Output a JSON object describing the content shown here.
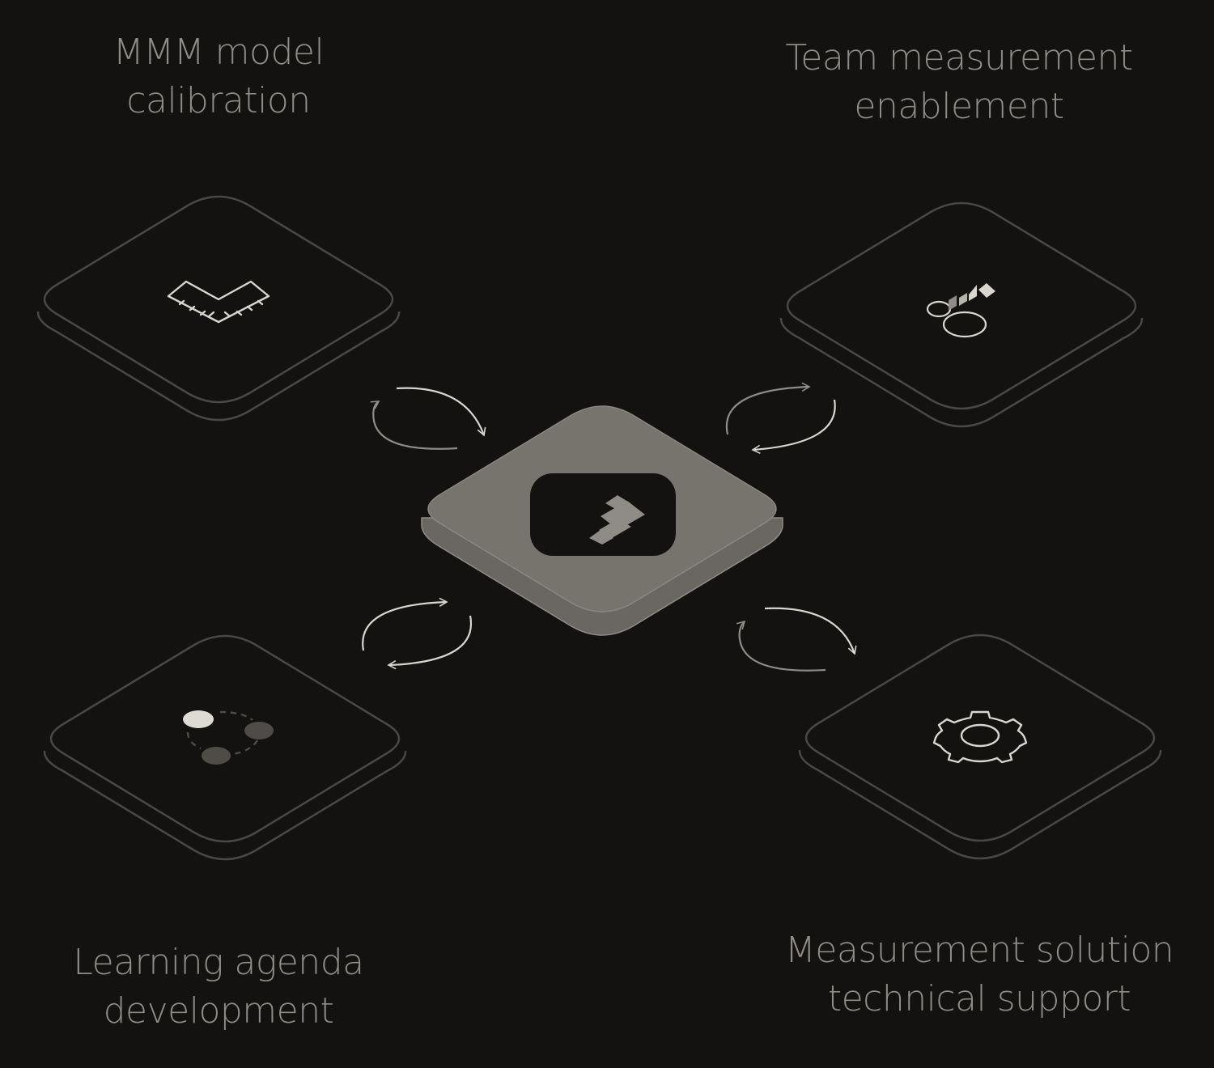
{
  "nodes": {
    "top_left": {
      "line1": "MMM model",
      "line2": "calibration",
      "icon": "ruler-icon"
    },
    "top_right": {
      "line1": "Team measurement",
      "line2": "enablement",
      "icon": "team-chart-icon"
    },
    "bottom_left": {
      "line1": "Learning agenda",
      "line2": "development",
      "icon": "cycle-dots-icon"
    },
    "bottom_right": {
      "line1": "Measurement solution",
      "line2": "technical support",
      "icon": "gear-icon"
    },
    "center": {
      "icon": "brand-logo-icon"
    }
  },
  "connectors": [
    "sync-arrows-icon",
    "sync-arrows-icon",
    "sync-arrows-icon",
    "sync-arrows-icon"
  ],
  "colors": {
    "background": "#131211",
    "tile_stroke": "#4a4845",
    "center_tile": "#77736d",
    "label_text": "#8f8c87",
    "icon_stroke": "#d9d6d0"
  }
}
